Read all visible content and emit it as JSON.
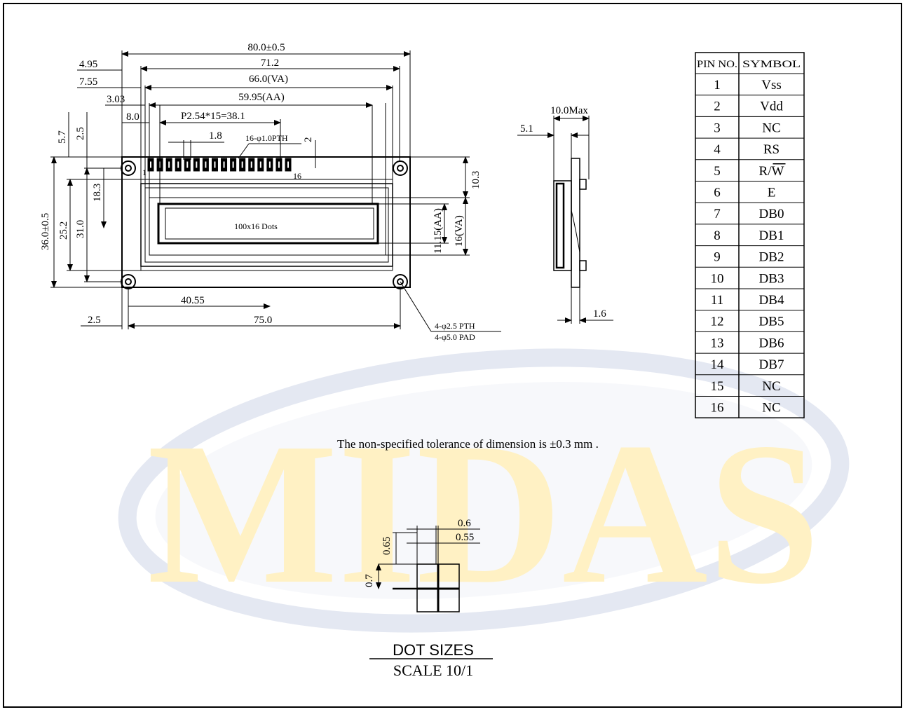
{
  "watermark": {
    "text": "MIDAS",
    "color": "#FFF1C4",
    "ellipse_color": "#E4E8F2"
  },
  "front_view": {
    "overall_width": "80.0±0.5",
    "dim_71_2": "71.2",
    "va_width": "66.0(VA)",
    "aa_width": "59.95(AA)",
    "dim_4_95": "4.95",
    "dim_7_55": "7.55",
    "dim_3_03": "3.03",
    "dim_8_0": "8.0",
    "pitch": "P2.54*15=38.1",
    "dim_1_8": "1.8",
    "pin_holes": "16-φ1.0PTH",
    "dim_2": "2",
    "pin_first": "1",
    "pin_last": "16",
    "dim_5_7": "5.7",
    "dim_2_5_top": "2.5",
    "dim_18_3": "18.3",
    "overall_height": "36.0±0.5",
    "dim_25_2": "25.2",
    "dim_31_0": "31.0",
    "dim_10_3": "10.3",
    "aa_height": "11.15(AA)",
    "va_height": "16(VA)",
    "dots_label": "100x16  Dots",
    "dim_40_55": "40.55",
    "dim_2_5_bottom": "2.5",
    "dim_75_0": "75.0",
    "mount_holes": "4-φ2.5 PTH",
    "mount_pads": "4-φ5.0 PAD"
  },
  "side_view": {
    "max_thickness": "10.0Max",
    "dim_5_1": "5.1",
    "pcb_thickness": "1.6"
  },
  "pin_table": {
    "headers": [
      "PIN NO.",
      "SYMBOL"
    ],
    "rows": [
      [
        "1",
        "Vss"
      ],
      [
        "2",
        "Vdd"
      ],
      [
        "3",
        "NC"
      ],
      [
        "4",
        "RS"
      ],
      [
        "5",
        "R/W"
      ],
      [
        "6",
        "E"
      ],
      [
        "7",
        "DB0"
      ],
      [
        "8",
        "DB1"
      ],
      [
        "9",
        "DB2"
      ],
      [
        "10",
        "DB3"
      ],
      [
        "11",
        "DB4"
      ],
      [
        "12",
        "DB5"
      ],
      [
        "13",
        "DB6"
      ],
      [
        "14",
        "DB7"
      ],
      [
        "15",
        "NC"
      ],
      [
        "16",
        "NC"
      ]
    ]
  },
  "tolerance_note": "The non-specified tolerance of dimension is ±0.3 mm .",
  "dot_detail": {
    "dim_0_6": "0.6",
    "dim_0_55": "0.55",
    "dim_0_65": "0.65",
    "dim_0_7": "0.7",
    "title": "DOT SIZES",
    "scale": "SCALE 10/1"
  }
}
